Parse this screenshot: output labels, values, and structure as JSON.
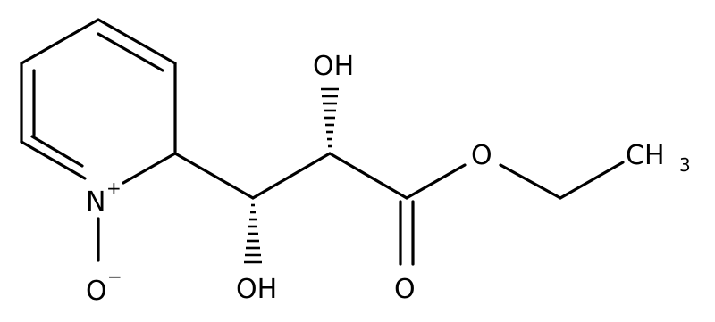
{
  "molecule": {
    "atom_labels": {
      "n_plus": "N",
      "n_charge": "+",
      "o_minus": "O",
      "o_charge": "−",
      "oh_top": "OH",
      "oh_bottom": "OH",
      "ester_o": "O",
      "carbonyl_o": "O",
      "methyl": "CH",
      "methyl_sub": "3"
    }
  }
}
